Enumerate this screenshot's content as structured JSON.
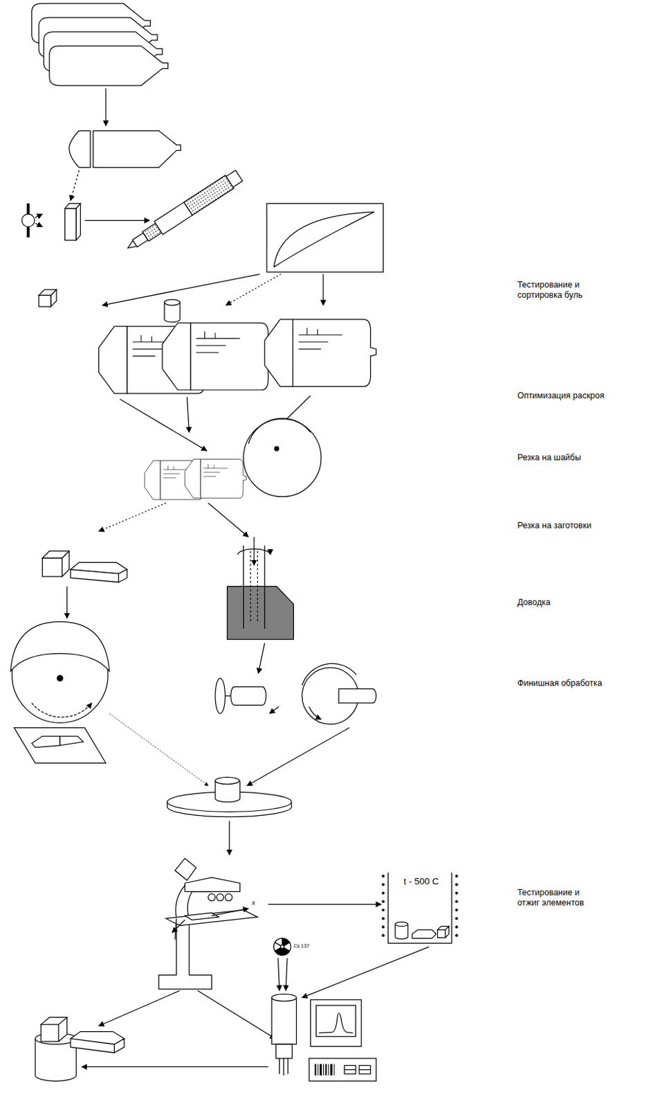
{
  "diagram": {
    "labels": [
      "Тестирование и сортировка буль",
      "Оптимизация раскроя",
      "Резка на шайбы",
      "Резка на заготовки",
      "Доводка",
      "Финишная обработка",
      "Тестирование и отжиг элементов",
      "t - 500 C",
      "Cs 137",
      "x"
    ]
  }
}
